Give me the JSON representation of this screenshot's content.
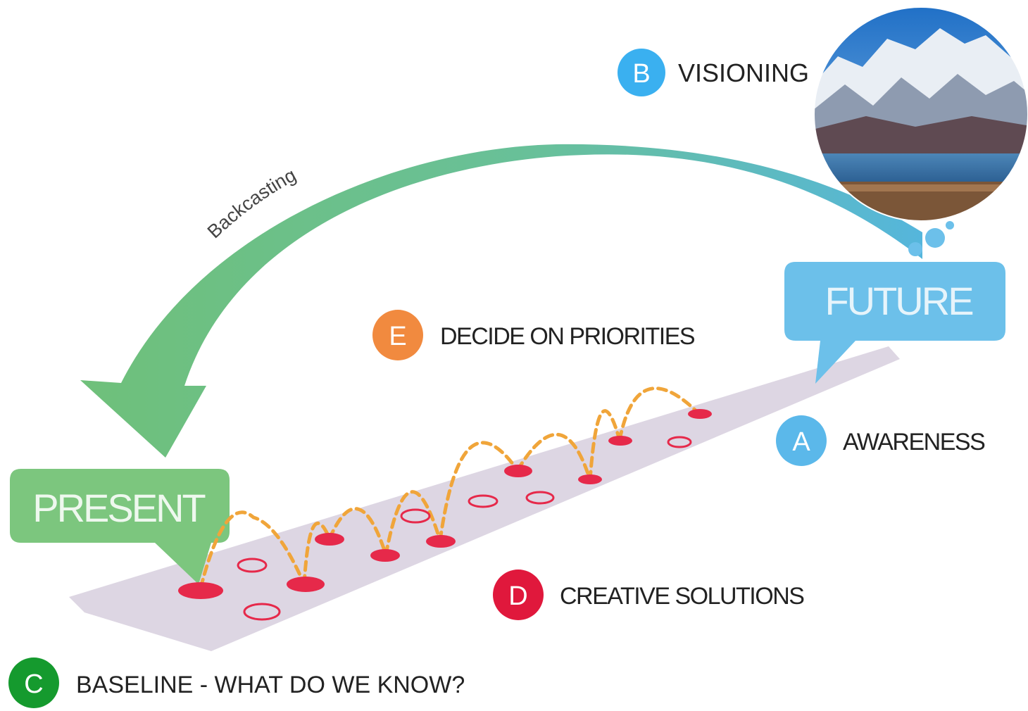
{
  "steps": {
    "a": {
      "letter": "A",
      "label": "AWARENESS",
      "color": "#5bb8ea"
    },
    "b": {
      "letter": "B",
      "label": "VISIONING",
      "color": "#3ab0f0"
    },
    "c": {
      "letter": "C",
      "label": "BASELINE - WHAT DO WE KNOW?",
      "color": "#159a2e"
    },
    "d": {
      "letter": "D",
      "label": "CREATIVE SOLUTIONS",
      "color": "#e0183c"
    },
    "e": {
      "letter": "E",
      "label": "DECIDE ON PRIORITIES",
      "color": "#f18a3f"
    }
  },
  "bubbles": {
    "present": {
      "label": "PRESENT",
      "color": "#7cc67e"
    },
    "future": {
      "label": "FUTURE",
      "color": "#6cc0ea"
    }
  },
  "arrow": {
    "label": "Backcasting",
    "color_start": "#6fc07a",
    "color_end": "#5ab9d8"
  },
  "vision_image": {
    "icon": "mountain-lake-photo"
  },
  "path": {
    "color": "#ddd6e3",
    "dot_color": "#e6294a",
    "trajectory_color": "#f0a53a"
  }
}
